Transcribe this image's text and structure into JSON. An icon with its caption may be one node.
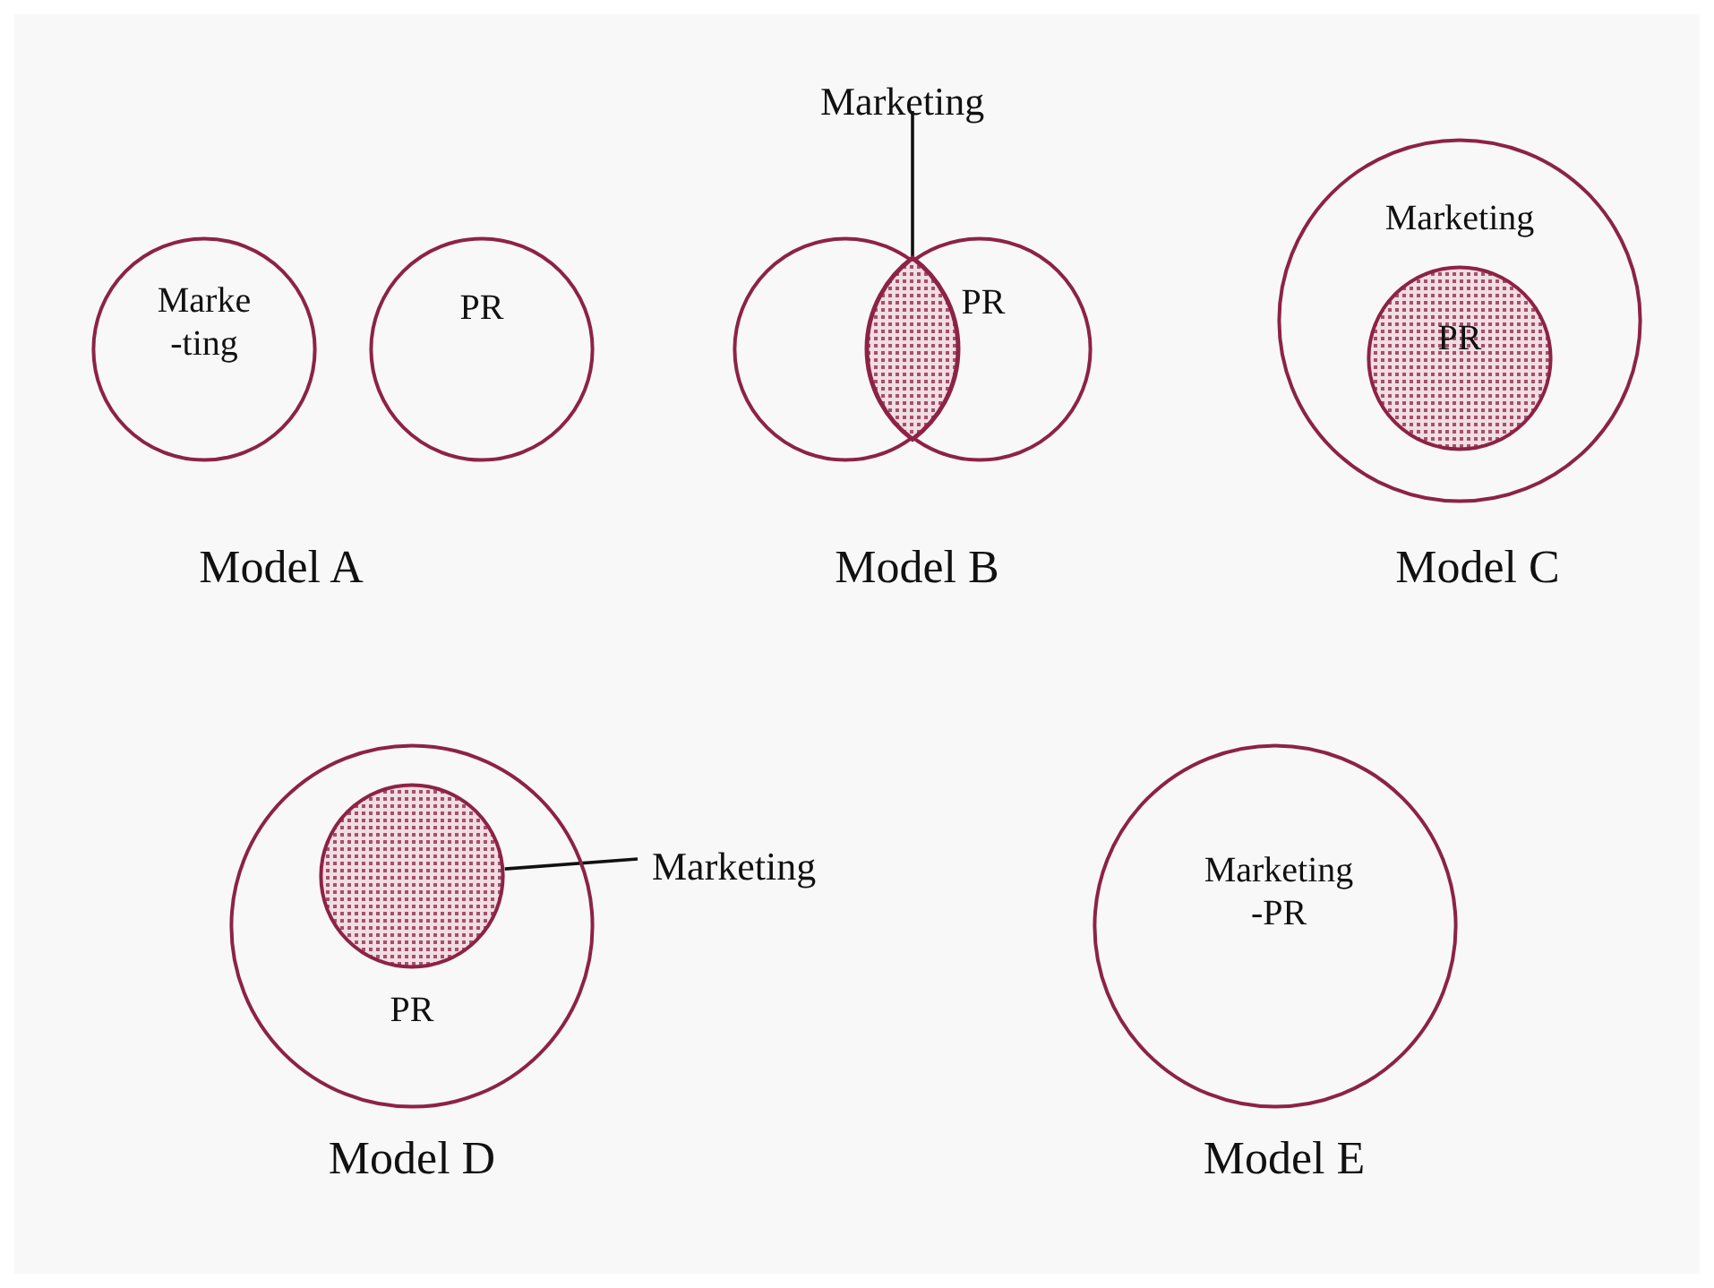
{
  "diagram": {
    "nodes": [
      {
        "text": [
          "Marke -ting"
        ]
      },
      {
        "text": [
          "PR"
        ]
      },
      {
        "text": [],
        "shape": "circle"
      },
      {
        "text": [
          "PR"
        ]
      },
      {
        "text": [
          "Marketing"
        ]
      },
      {
        "text": [],
        "shape": "lens"
      },
      {
        "text": [
          "Marketing"
        ]
      },
      {
        "text": [
          "PR"
        ],
        "in": 6
      },
      {
        "text": [
          "PR"
        ]
      },
      {
        "text": [],
        "shape": "circle",
        "in": 8
      },
      {
        "text": [
          "Marketing"
        ]
      },
      {
        "text": [
          "Marketing -PR"
        ]
      }
    ],
    "edges": [
      {
        "from": 4,
        "to": 5,
        "arrow": "none"
      },
      {
        "from": 10,
        "to": 9,
        "arrow": "none"
      }
    ],
    "labels": [
      "Model A",
      "Model B",
      "Model C",
      "Model D",
      "Model E"
    ]
  }
}
